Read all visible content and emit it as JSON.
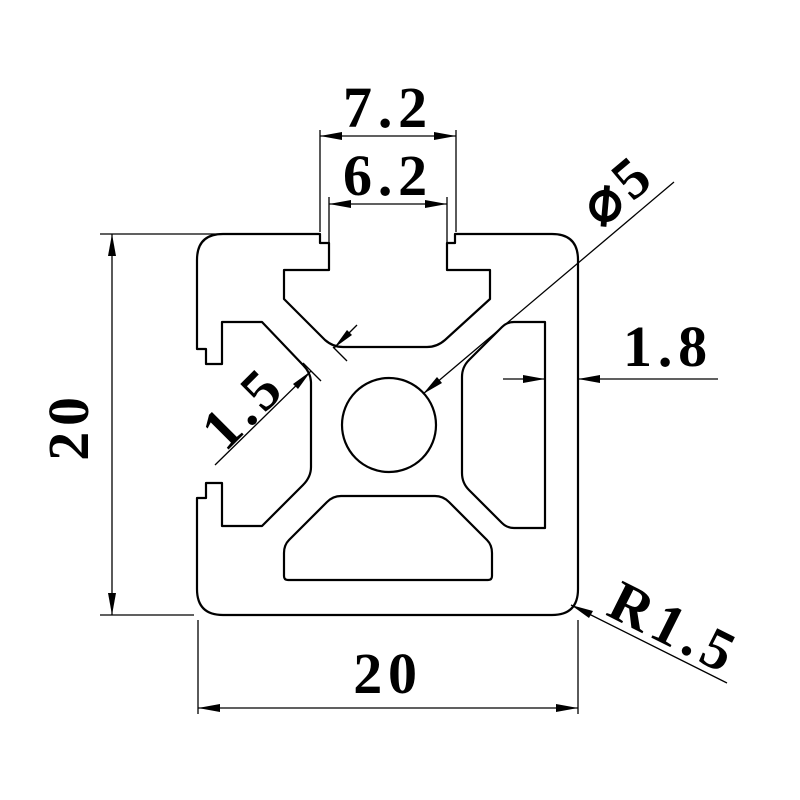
{
  "drawing": {
    "type": "engineering-cross-section",
    "subject": "2020 aluminum extrusion profile",
    "background_color": "#ffffff",
    "line_color": "#000000",
    "dimensions": {
      "slot_outer_width": "7.2",
      "slot_inner_width": "6.2",
      "hole_diameter": "⌀5",
      "web_thickness": "1.5",
      "wall_thickness": "1.8",
      "profile_height": "20",
      "profile_width": "20",
      "corner_radius": "R1.5"
    }
  }
}
